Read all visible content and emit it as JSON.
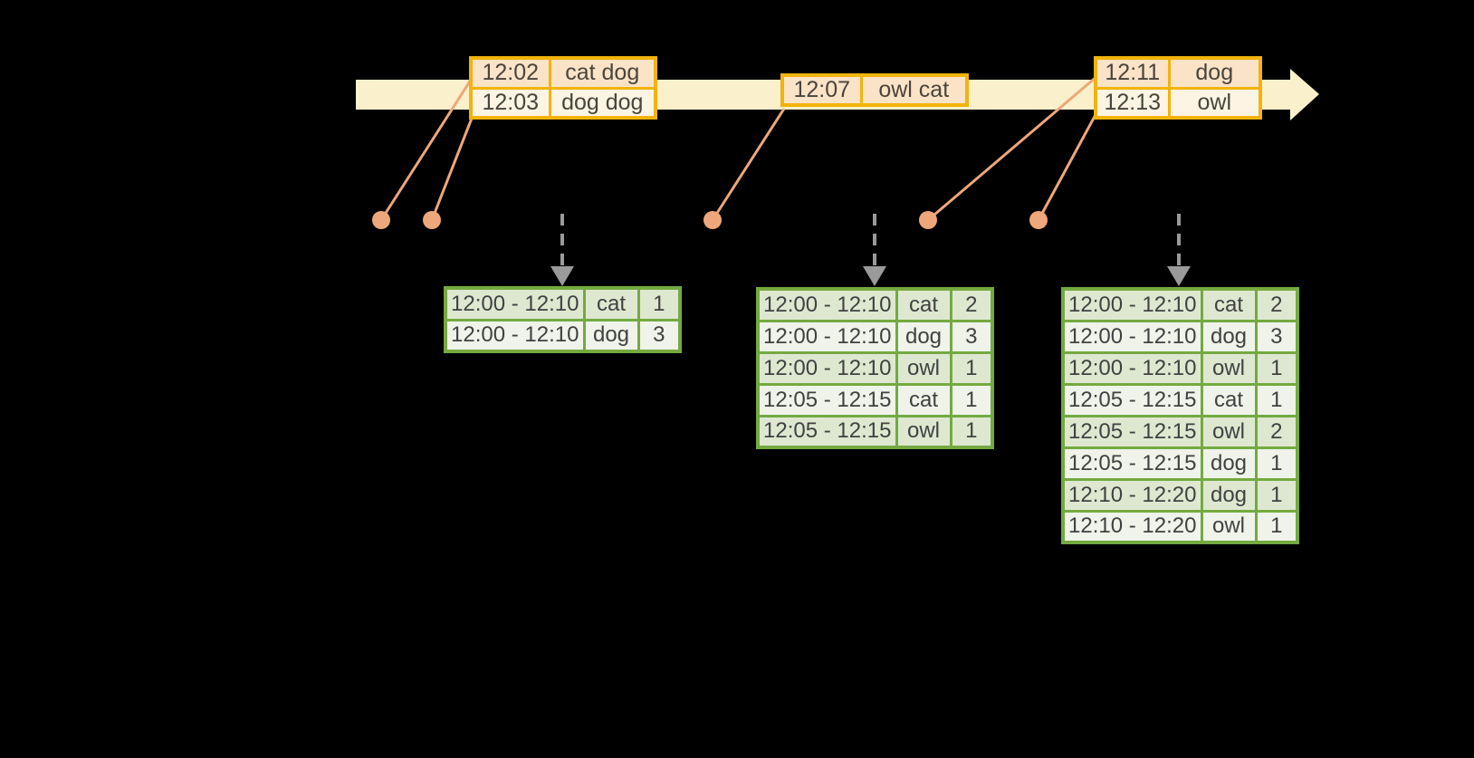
{
  "colors": {
    "band": "#FAF0CB",
    "gold": "#F2B30B",
    "peach": "#FAE3C7",
    "cream": "#FDF4E4",
    "orange": "#EEA77A",
    "gray": "#9A9A9A",
    "green": "#74AA41",
    "green_row_dark": "#DEE8D1",
    "green_row_light": "#EFF3E9"
  },
  "event_tables": [
    {
      "rows": [
        {
          "time": "12:02",
          "words": "cat dog"
        },
        {
          "time": "12:03",
          "words": "dog dog"
        }
      ]
    },
    {
      "rows": [
        {
          "time": "12:07",
          "words": "owl cat"
        }
      ]
    },
    {
      "rows": [
        {
          "time": "12:11",
          "words": "dog"
        },
        {
          "time": "12:13",
          "words": "owl"
        }
      ]
    }
  ],
  "result_tables": [
    {
      "rows": [
        [
          "12:00 - 12:10",
          "cat",
          "1"
        ],
        [
          "12:00 - 12:10",
          "dog",
          "3"
        ]
      ]
    },
    {
      "rows": [
        [
          "12:00 - 12:10",
          "cat",
          "2"
        ],
        [
          "12:00 - 12:10",
          "dog",
          "3"
        ],
        [
          "12:00 - 12:10",
          "owl",
          "1"
        ],
        [
          "12:05 - 12:15",
          "cat",
          "1"
        ],
        [
          "12:05 - 12:15",
          "owl",
          "1"
        ]
      ]
    },
    {
      "rows": [
        [
          "12:00 - 12:10",
          "cat",
          "2"
        ],
        [
          "12:00 - 12:10",
          "dog",
          "3"
        ],
        [
          "12:00 - 12:10",
          "owl",
          "1"
        ],
        [
          "12:05 - 12:15",
          "cat",
          "1"
        ],
        [
          "12:05 - 12:15",
          "owl",
          "2"
        ],
        [
          "12:05 - 12:15",
          "dog",
          "1"
        ],
        [
          "12:10 - 12:20",
          "dog",
          "1"
        ],
        [
          "12:10 - 12:20",
          "owl",
          "1"
        ]
      ]
    }
  ]
}
